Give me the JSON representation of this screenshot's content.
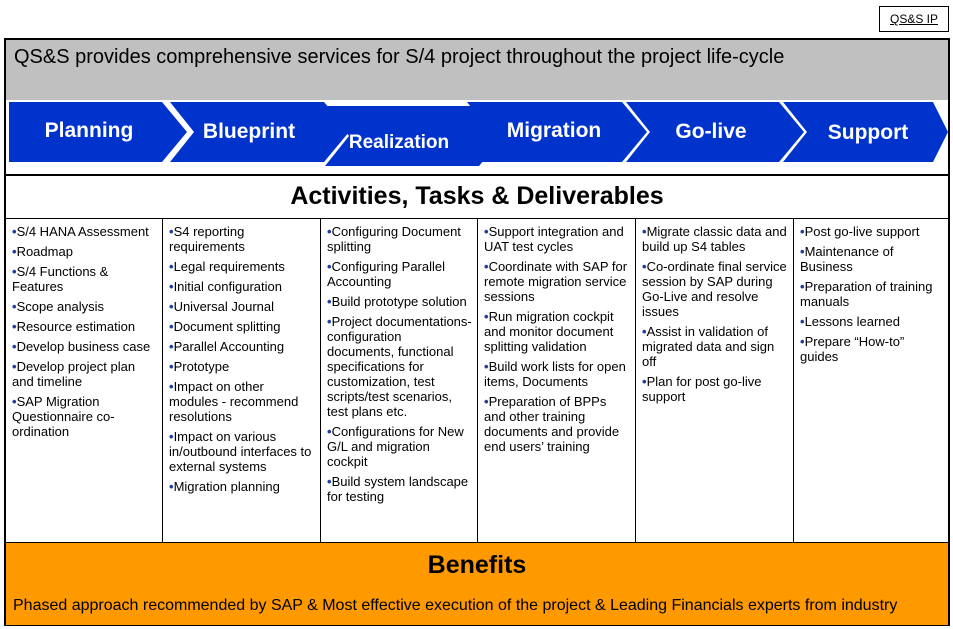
{
  "page": {
    "ip_label": "QS&S IP",
    "headline": "QS&S provides comprehensive services for S/4 project throughout the project life-cycle",
    "section_title": "Activities, Tasks & Deliverables",
    "colors": {
      "phase_blue": "#0033cc",
      "headline_gray": "#c0c0c0",
      "benefits_orange": "#ff9900",
      "bullet_blue": "#1f3d9c"
    }
  },
  "phases": [
    {
      "label": "Planning"
    },
    {
      "label": "Blueprint"
    },
    {
      "label": "Realization"
    },
    {
      "label": "Migration"
    },
    {
      "label": "Go-live"
    },
    {
      "label": "Support"
    }
  ],
  "columns": [
    {
      "items": [
        "S/4 HANA Assessment",
        "Roadmap",
        "S/4 Functions & Features",
        "Scope analysis",
        "Resource estimation",
        "Develop business case",
        "Develop project plan and timeline",
        "SAP Migration Questionnaire co-ordination"
      ]
    },
    {
      "items": [
        "S4 reporting requirements",
        "Legal requirements",
        "Initial configuration",
        "Universal Journal",
        "Document splitting",
        "Parallel Accounting",
        "Prototype",
        "Impact on other modules - recommend resolutions",
        "Impact on various in/outbound interfaces to external systems",
        "Migration planning"
      ]
    },
    {
      "items": [
        "Configuring Document splitting",
        "Configuring Parallel Accounting",
        "Build prototype solution",
        "Project documentations- configuration documents, functional specifications for customization, test scripts/test scenarios, test plans etc.",
        "Configurations for New G/L and migration cockpit",
        "Build system landscape for testing"
      ]
    },
    {
      "items": [
        "Support integration and UAT test cycles",
        "Coordinate with SAP for remote migration service sessions",
        "Run migration cockpit and monitor document splitting validation",
        "Build work lists for open items, Documents",
        "Preparation of BPPs and other training documents and provide end users’ training"
      ]
    },
    {
      "items": [
        "Migrate classic data and build up S4 tables",
        "Co-ordinate final service session by SAP during Go-Live and resolve issues",
        "Assist in validation of migrated data and sign off",
        "Plan for post go-live support"
      ]
    },
    {
      "items": [
        "Post go-live support",
        "Maintenance of Business",
        "Preparation of training manuals",
        "Lessons learned",
        "Prepare “How-to” guides"
      ]
    }
  ],
  "benefits": {
    "title": "Benefits",
    "text": "Phased approach recommended by SAP & Most effective execution of the project  & Leading Financials experts from industry"
  }
}
